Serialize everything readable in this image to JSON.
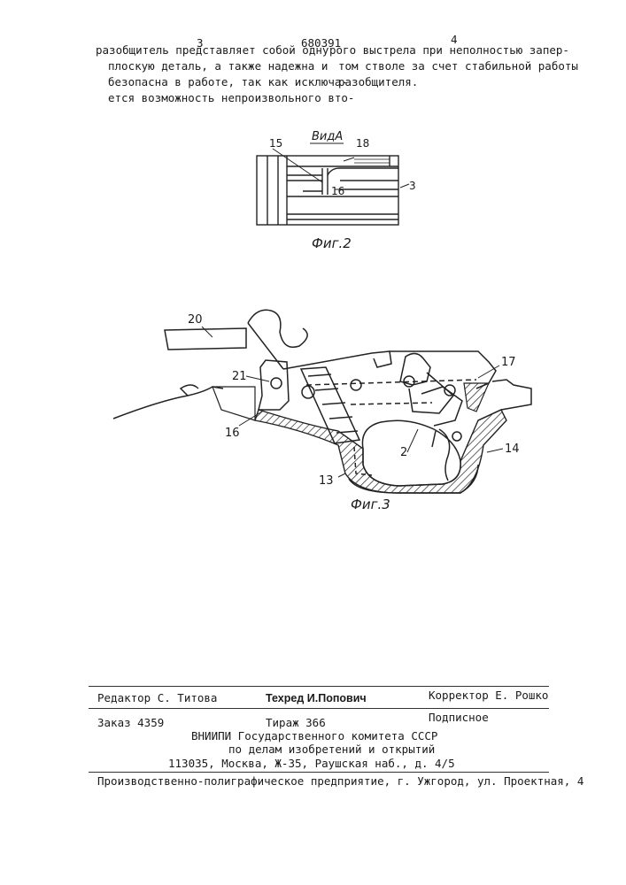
{
  "header": {
    "page_left": "3",
    "patent_number": "680391",
    "page_right": "4"
  },
  "left_column": {
    "lines": [
      "разобщитель представляет собой одну",
      "плоскую деталь, а также надежна и",
      "безопасна в работе, так как исключа-",
      "ется возможность непроизвольного вто-"
    ]
  },
  "right_column": {
    "lines": [
      "рого выстрела при неполностью запер-",
      "том стволе за счет стабильной работы",
      "разобщителя."
    ]
  },
  "figure2": {
    "view_label": "ВидА",
    "caption": "Фиг.2",
    "labels": {
      "l15": "15",
      "l18": "18",
      "l16": "16",
      "l3": "3"
    }
  },
  "figure3": {
    "caption": "Фиг.3",
    "labels": {
      "l20": "20",
      "l21": "21",
      "l16": "16",
      "l17": "17",
      "l2": "2",
      "l14": "14",
      "l13": "13"
    }
  },
  "colophon": {
    "editor": "Редактор С. Титова",
    "techred": "Техред И.Попович",
    "corrector": "Корректор Е. Рошко",
    "order": "Заказ 4359",
    "circulation": "Тираж 366",
    "subscription": "Подписное",
    "org_line1": "ВНИИПИ Государственного комитета СССР",
    "org_line2": "по делам изобретений и открытий",
    "org_address": "113035, Москва, Ж-35, Раушская наб., д. 4/5",
    "printer": "Производственно-полиграфическое предприятие, г. Ужгород, ул. Проектная, 4"
  }
}
